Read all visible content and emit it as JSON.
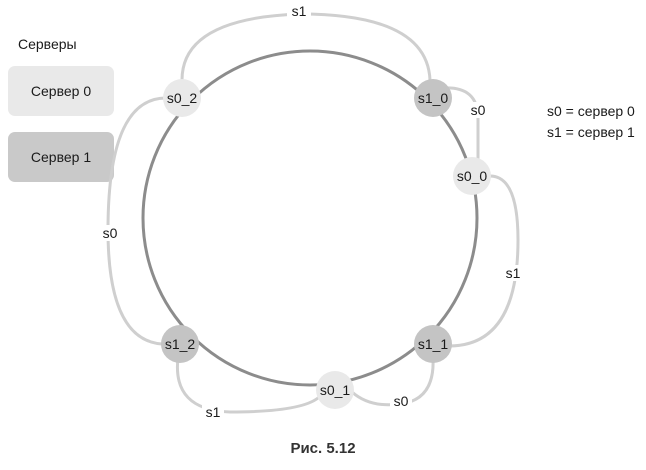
{
  "legend": {
    "title": "Серверы",
    "server0": "Сервер 0",
    "server1": "Сервер 1"
  },
  "key": {
    "s0": "s0 = сервер 0",
    "s1": "s1 = сервер 1"
  },
  "nodes": {
    "s0_2": "s0_2",
    "s1_0": "s1_0",
    "s0_0": "s0_0",
    "s1_1": "s1_1",
    "s0_1": "s0_1",
    "s1_2": "s1_2"
  },
  "edges": {
    "top": "s1",
    "upper_right": "s0",
    "right": "s1",
    "left": "s0",
    "bottom_left": "s1",
    "bottom_right": "s0"
  },
  "caption": "Рис. 5.12"
}
